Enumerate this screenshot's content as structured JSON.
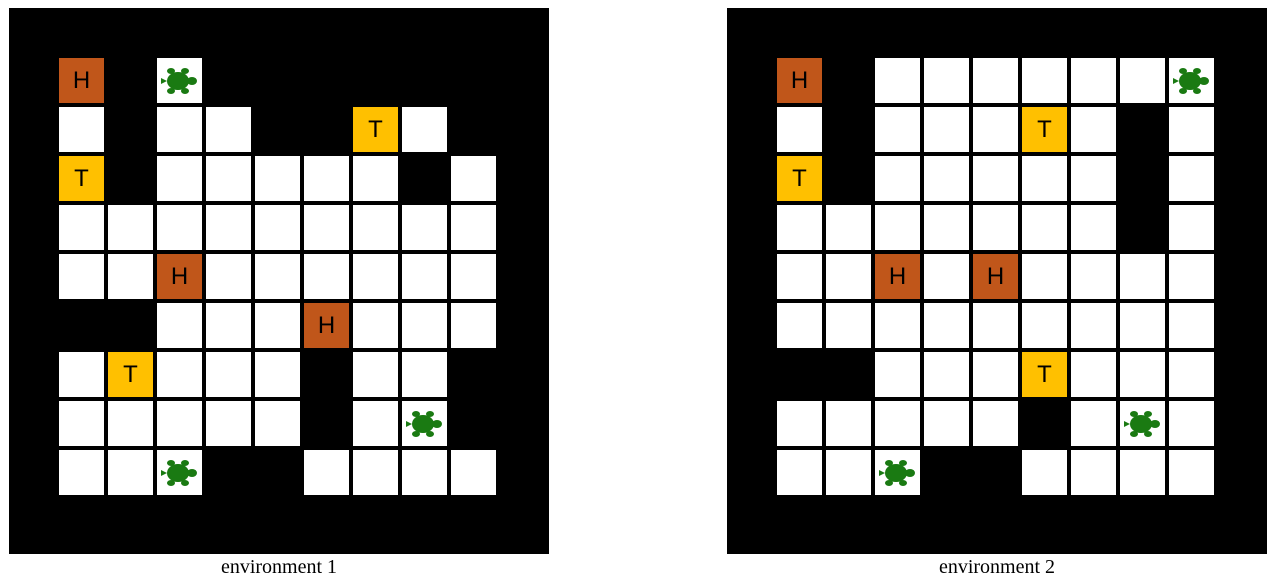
{
  "colors": {
    "wall": "#000000",
    "floor": "#ffffff",
    "home": "#c0561a",
    "target": "#ffc000",
    "turtle": "#1a7a12"
  },
  "icons": {
    "agent": "turtle-icon"
  },
  "legend_letters": {
    "home": "H",
    "target": "T"
  },
  "environments": [
    {
      "caption": "environment 1",
      "grid": [
        "H.A......",
        "O.OO..TO.",
        "T.OOOOO.O",
        "OOOOOOOOO",
        "OOHOOOOOO",
        "..OOOHOOO",
        "OTOOO.OO.",
        "OOOOO.OA.",
        "OOA..OOOO"
      ]
    },
    {
      "caption": "environment 2",
      "grid": [
        "H.OOOOOOA",
        "O.OOOTO.O",
        "T.OOOOO.O",
        "OOOOOOO.O",
        "OOHOHOOOO",
        "OOOOOOOOO",
        "..OOOTOOO",
        "OOOOO.OAO",
        "OOA..OOOO"
      ]
    }
  ]
}
